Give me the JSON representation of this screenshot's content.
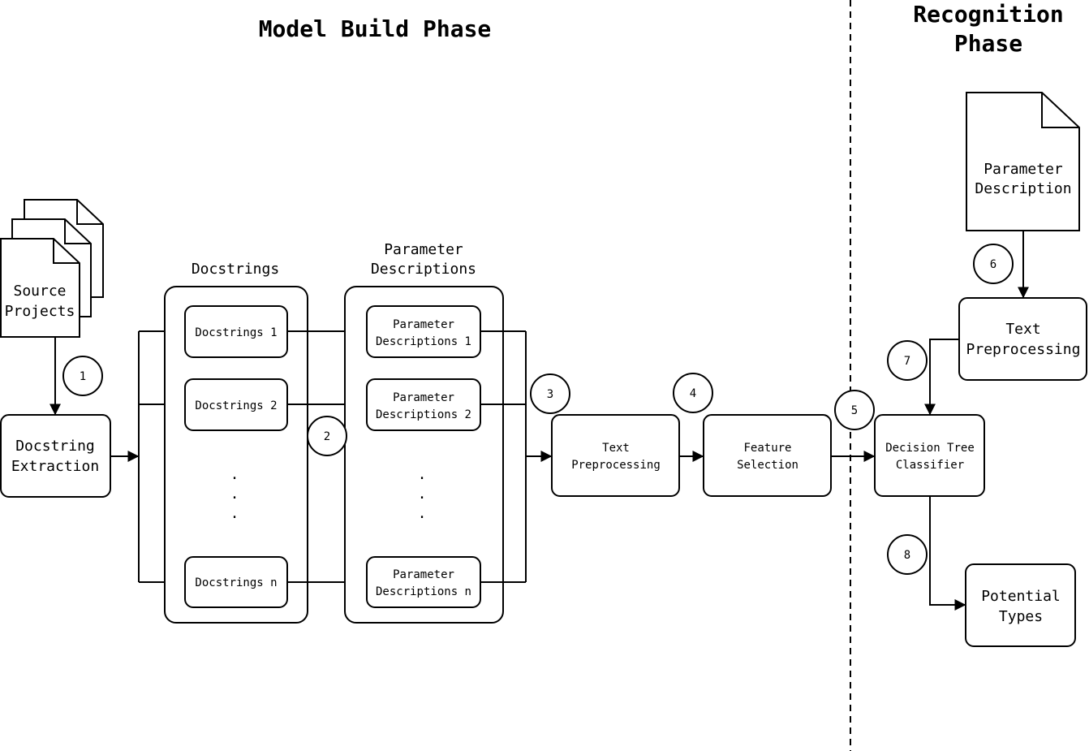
{
  "phases": {
    "model_build": "Model Build Phase",
    "recognition": [
      "Recognition",
      "Phase"
    ]
  },
  "docs": {
    "source_projects": [
      "Source",
      "Projects"
    ],
    "parameter_description": [
      "Parameter",
      "Description"
    ]
  },
  "groups": {
    "docstrings_title": "Docstrings",
    "param_desc_title": [
      "Parameter",
      "Descriptions"
    ]
  },
  "nodes": {
    "docstring_extraction": [
      "Docstring",
      "Extraction"
    ],
    "docstrings_1": "Docstrings 1",
    "docstrings_2": "Docstrings 2",
    "docstrings_n": "Docstrings n",
    "param_desc_1": [
      "Parameter",
      "Descriptions 1"
    ],
    "param_desc_2": [
      "Parameter",
      "Descriptions 2"
    ],
    "param_desc_n": [
      "Parameter",
      "Descriptions n"
    ],
    "text_preprocessing": [
      "Text",
      "Preprocessing"
    ],
    "feature_selection": [
      "Feature",
      "Selection"
    ],
    "decision_tree": [
      "Decision Tree",
      "Classifier"
    ],
    "text_preprocessing_right": [
      "Text",
      "Preprocessing"
    ],
    "potential_types": [
      "Potential",
      "Types"
    ]
  },
  "ellipsis": ".",
  "steps": [
    "1",
    "2",
    "3",
    "4",
    "5",
    "6",
    "7",
    "8"
  ]
}
